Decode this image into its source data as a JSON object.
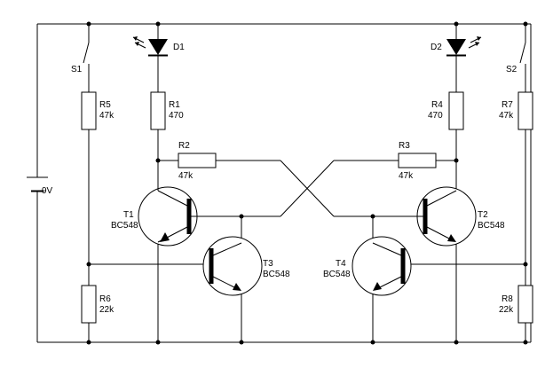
{
  "battery": {
    "label": "9V"
  },
  "switches": [
    {
      "label": "S1"
    },
    {
      "label": "S2"
    }
  ],
  "leds": [
    {
      "label": "D1"
    },
    {
      "label": "D2"
    }
  ],
  "resistors": {
    "r1": {
      "name": "R1",
      "value": "470"
    },
    "r2": {
      "name": "R2",
      "value": "47k"
    },
    "r3": {
      "name": "R3",
      "value": "47k"
    },
    "r4": {
      "name": "R4",
      "value": "470"
    },
    "r5": {
      "name": "R5",
      "value": "47k"
    },
    "r6": {
      "name": "R6",
      "value": "22k"
    },
    "r7": {
      "name": "R7",
      "value": "47k"
    },
    "r8": {
      "name": "R8",
      "value": "22k"
    }
  },
  "transistors": {
    "t1": {
      "name": "T1",
      "part": "BC548"
    },
    "t2": {
      "name": "T2",
      "part": "BC548"
    },
    "t3": {
      "name": "T3",
      "part": "BC548"
    },
    "t4": {
      "name": "T4",
      "part": "BC548"
    }
  }
}
